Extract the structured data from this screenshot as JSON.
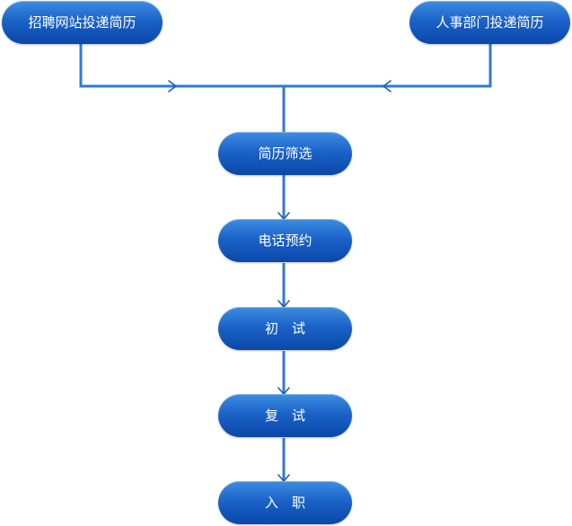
{
  "diagram": {
    "colors": {
      "node_top": "#3e8ee3",
      "node_bottom": "#0a47a8",
      "connector": "#2f7ad6",
      "text": "#ffffff"
    },
    "sources": [
      {
        "id": "recruit-site",
        "label": "招聘网站投递简历"
      },
      {
        "id": "hr-dept",
        "label": "人事部门投递简历"
      }
    ],
    "steps": [
      {
        "id": "screening",
        "label": "简历筛选"
      },
      {
        "id": "phone",
        "label": "电话预约"
      },
      {
        "id": "first-interview",
        "label": "初　试"
      },
      {
        "id": "second-interview",
        "label": "复　试"
      },
      {
        "id": "onboarding",
        "label": "入　职"
      }
    ]
  }
}
